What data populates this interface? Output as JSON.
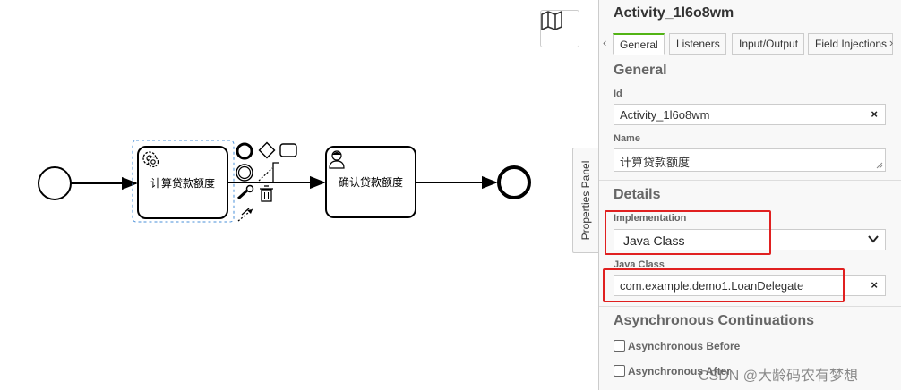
{
  "canvas": {
    "minimap_icon": "map-icon",
    "tasks": [
      {
        "label": "计算贷款额度",
        "type": "service-task",
        "icon": "gear-icon"
      },
      {
        "label": "确认贷款额度",
        "type": "user-task",
        "icon": "user-icon"
      }
    ],
    "context_pad_icons": [
      "end-event-icon",
      "gateway-icon",
      "task-icon",
      "intermediate-event-icon",
      "text-annotation-icon",
      "wrench-icon",
      "trash-icon",
      "connect-icon"
    ]
  },
  "panel_toggle": {
    "label": "Properties Panel"
  },
  "panel": {
    "title": "Activity_1l6o8wm",
    "tabs": [
      "General",
      "Listeners",
      "Input/Output",
      "Field Injections"
    ],
    "general": {
      "heading": "General",
      "id_label": "Id",
      "id_value": "Activity_1l6o8wm",
      "name_label": "Name",
      "name_value": "计算贷款额度"
    },
    "details": {
      "heading": "Details",
      "implementation_label": "Implementation",
      "implementation_value": "Java Class",
      "java_class_label": "Java Class",
      "java_class_value": "com.example.demo1.LoanDelegate"
    },
    "async": {
      "heading": "Asynchronous Continuations",
      "before_label": "Asynchronous Before",
      "after_label": "Asynchronous After"
    },
    "clear_symbol": "×",
    "highlight_color": "#e02020",
    "accent_color": "#52b415"
  },
  "watermark": "CSDN @大龄码农有梦想"
}
